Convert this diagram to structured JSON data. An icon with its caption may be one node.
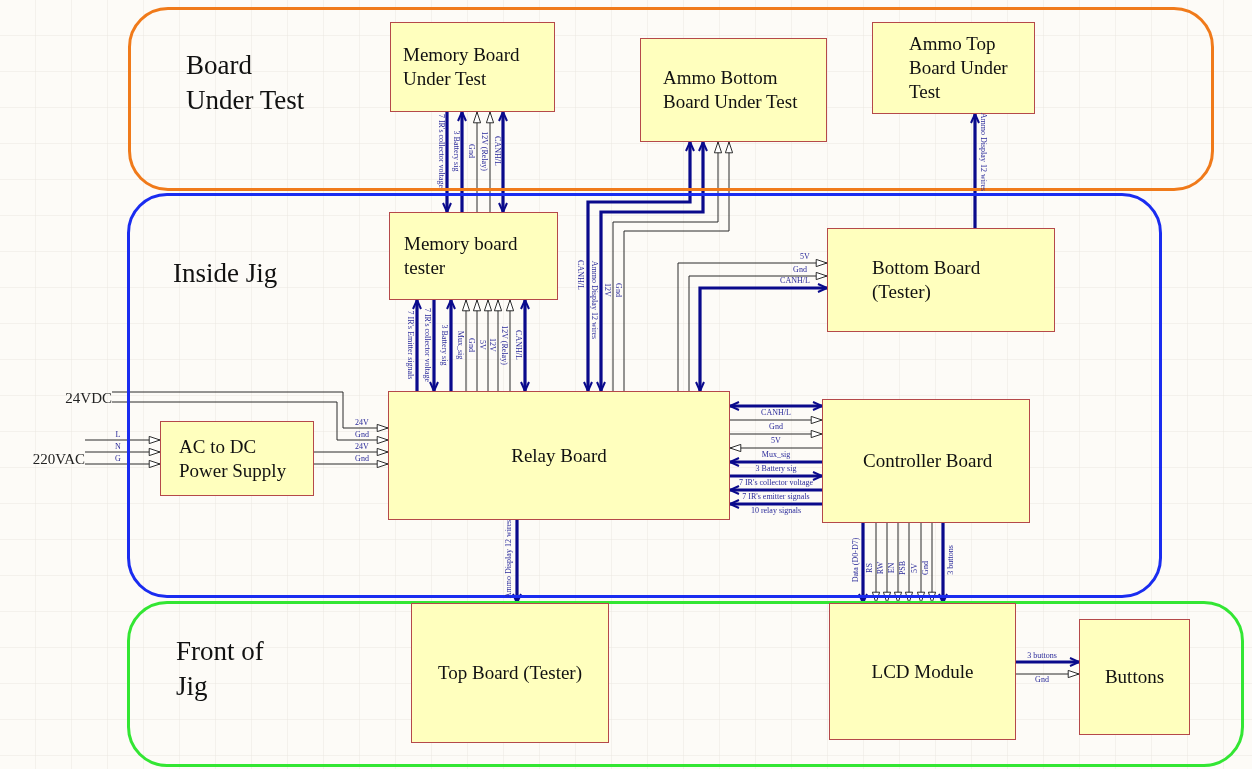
{
  "diagram": {
    "nodes": [
      {
        "text": [
          "Board Under Test"
        ]
      },
      {
        "text": [
          "Memory Board Under Test"
        ],
        "in": 0
      },
      {
        "text": [
          "Ammo Bottom Board Under Test"
        ],
        "in": 0
      },
      {
        "text": [
          "Ammo Top Board Under Test"
        ],
        "in": 0
      },
      {
        "text": [
          "Inside Jig"
        ]
      },
      {
        "text": [
          "Memory board tester"
        ],
        "in": 4
      },
      {
        "text": [
          "Bottom Board (Tester)"
        ],
        "in": 4
      },
      {
        "text": [
          "AC to DC Power Supply"
        ],
        "in": 4
      },
      {
        "text": [
          "Relay Board"
        ],
        "in": 4
      },
      {
        "text": [
          "Controller Board"
        ],
        "in": 4
      },
      {
        "text": [
          "Front of Jig"
        ]
      },
      {
        "text": [
          "Top Board (Tester)"
        ],
        "in": 10
      },
      {
        "text": [
          "LCD Module"
        ],
        "in": 10
      },
      {
        "text": [
          "Buttons"
        ],
        "in": 10
      },
      {
        "text": [
          "24VDC"
        ]
      },
      {
        "text": [
          "220VAC"
        ]
      }
    ],
    "edges": [
      {
        "from": 1,
        "to": 5,
        "arrow": "to",
        "label": "7 IR's collector voltage",
        "style": "thick",
        "color": "#0a0a8c"
      },
      {
        "from": 5,
        "to": 1,
        "arrow": "to",
        "label": "3 Battery sig",
        "style": "thick",
        "color": "#0a0a8c"
      },
      {
        "from": 5,
        "to": 1,
        "arrow": "to",
        "label": "Gnd"
      },
      {
        "from": 5,
        "to": 1,
        "arrow": "to",
        "label": "12V (Relay)"
      },
      {
        "from": 5,
        "to": 1,
        "arrow": "both",
        "label": "CANH/L",
        "style": "thick",
        "color": "#0a0a8c"
      },
      {
        "from": 8,
        "to": 5,
        "arrow": "to",
        "label": "7 IR's Emitter signals",
        "style": "thick",
        "color": "#0a0a8c"
      },
      {
        "from": 5,
        "to": 8,
        "arrow": "to",
        "label": "7 IR's collector voltage",
        "style": "thick",
        "color": "#0a0a8c"
      },
      {
        "from": 8,
        "to": 5,
        "arrow": "to",
        "label": "3 Battery sig",
        "style": "thick",
        "color": "#0a0a8c"
      },
      {
        "from": 8,
        "to": 5,
        "arrow": "to",
        "label": "Mux_sig"
      },
      {
        "from": 8,
        "to": 5,
        "arrow": "to",
        "label": "Gnd"
      },
      {
        "from": 8,
        "to": 5,
        "arrow": "to",
        "label": "5V"
      },
      {
        "from": 8,
        "to": 5,
        "arrow": "to",
        "label": "12V"
      },
      {
        "from": 8,
        "to": 5,
        "arrow": "to",
        "label": "12V (Relay)"
      },
      {
        "from": 8,
        "to": 5,
        "arrow": "both",
        "label": "CANH/L",
        "style": "thick",
        "color": "#0a0a8c"
      },
      {
        "from": 8,
        "to": 2,
        "arrow": "both",
        "label": "CANH/L",
        "style": "thick",
        "color": "#0a0a8c"
      },
      {
        "from": 8,
        "to": 2,
        "arrow": "both",
        "label": "Ammo Display 12 wires",
        "style": "thick",
        "color": "#0a0a8c"
      },
      {
        "from": 8,
        "to": 2,
        "arrow": "to",
        "label": "12V"
      },
      {
        "from": 8,
        "to": 2,
        "arrow": "to",
        "label": "Gnd"
      },
      {
        "from": 8,
        "to": 6,
        "arrow": "to",
        "label": "5V"
      },
      {
        "from": 8,
        "to": 6,
        "arrow": "to",
        "label": "Gnd"
      },
      {
        "from": 8,
        "to": 6,
        "arrow": "both",
        "label": "CANH/L",
        "style": "thick",
        "color": "#0a0a8c"
      },
      {
        "from": 6,
        "to": 3,
        "arrow": "to",
        "label": "Ammo Display 12 wires",
        "style": "thick",
        "color": "#0a0a8c"
      },
      {
        "from": 14,
        "to": 8,
        "arrow": "to",
        "label": "24V"
      },
      {
        "from": 14,
        "to": 8,
        "arrow": "to",
        "label": "Gnd"
      },
      {
        "from": 15,
        "to": 7,
        "arrow": "to",
        "label": "L"
      },
      {
        "from": 15,
        "to": 7,
        "arrow": "to",
        "label": "N"
      },
      {
        "from": 15,
        "to": 7,
        "arrow": "to",
        "label": "G"
      },
      {
        "from": 7,
        "to": 8,
        "arrow": "to",
        "label": "24V"
      },
      {
        "from": 7,
        "to": 8,
        "arrow": "to",
        "label": "Gnd"
      },
      {
        "from": 8,
        "to": 9,
        "arrow": "both",
        "label": "CANH/L",
        "style": "thick",
        "color": "#0a0a8c"
      },
      {
        "from": 8,
        "to": 9,
        "arrow": "to",
        "label": "Gnd"
      },
      {
        "from": 8,
        "to": 9,
        "arrow": "to",
        "label": "5V"
      },
      {
        "from": 9,
        "to": 8,
        "arrow": "to",
        "label": "Mux_sig"
      },
      {
        "from": 9,
        "to": 8,
        "arrow": "to",
        "label": "3 Battery sig",
        "style": "thick",
        "color": "#0a0a8c"
      },
      {
        "from": 8,
        "to": 9,
        "arrow": "to",
        "label": "7 IR's collector voltage",
        "style": "thick",
        "color": "#0a0a8c"
      },
      {
        "from": 9,
        "to": 8,
        "arrow": "to",
        "label": "7 IR's emitter signals",
        "style": "thick",
        "color": "#0a0a8c"
      },
      {
        "from": 9,
        "to": 8,
        "arrow": "to",
        "label": "10 relay signals",
        "style": "thick",
        "color": "#0a0a8c"
      },
      {
        "from": 8,
        "to": 11,
        "arrow": "to",
        "label": "Ammo Display 12 wires",
        "style": "thick",
        "color": "#0a0a8c"
      },
      {
        "from": 9,
        "to": 12,
        "arrow": "to",
        "label": "Data (D0-D7)",
        "style": "thick",
        "color": "#0a0a8c"
      },
      {
        "from": 9,
        "to": 12,
        "arrow": "to",
        "label": "RS"
      },
      {
        "from": 9,
        "to": 12,
        "arrow": "to",
        "label": "RW"
      },
      {
        "from": 9,
        "to": 12,
        "arrow": "to",
        "label": "EN"
      },
      {
        "from": 9,
        "to": 12,
        "arrow": "to",
        "label": "PSB"
      },
      {
        "from": 9,
        "to": 12,
        "arrow": "to",
        "label": "5V"
      },
      {
        "from": 9,
        "to": 12,
        "arrow": "to",
        "label": "Gnd"
      },
      {
        "from": 9,
        "to": 12,
        "arrow": "to",
        "label": "3 buttons",
        "style": "thick",
        "color": "#0a0a8c"
      },
      {
        "from": 12,
        "to": 13,
        "arrow": "to",
        "label": "3 buttons",
        "style": "thick",
        "color": "#0a0a8c"
      },
      {
        "from": 12,
        "to": 13,
        "arrow": "to",
        "label": "Gnd"
      }
    ]
  }
}
